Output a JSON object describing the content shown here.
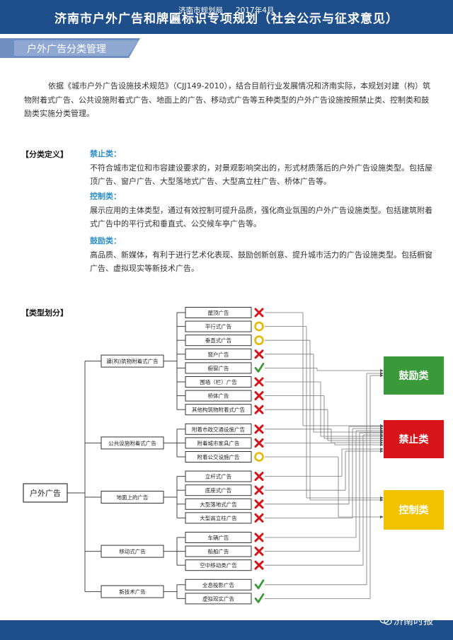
{
  "header": {
    "title": "济南市户外广告和牌匾标识专项规划（社会公示与征求意见）"
  },
  "section": {
    "title": "户外广告分类管理"
  },
  "intro": {
    "text": "依据《城市户外广告设施技术规范》（CJJ149-2010），结合目前行业发展情况和济南实际，本规划对建（构）筑物附着式广告、公共设施附着式广告、地面上的广告、移动式广告等五种类型的户外广告设施按照禁止类、控制类和鼓励类实施分类管理。"
  },
  "definitions": {
    "label": "【分类定义】",
    "items": [
      {
        "title": "禁止类：",
        "text": "不符合城市定位和市容建设要求的，对景观影响突出的，形式材质落后的户外广告设施类型。包括屋顶广告、窗户广告、大型落地式广告、大型高立柱广告、桥体广告等。"
      },
      {
        "title": "控制类：",
        "text": "展示应用的主体类型，通过有效控制可提升品质，强化商业氛围的户外广告设施类型。包括建筑附着式广告中的平行式和垂直式、公交候车亭广告等。"
      },
      {
        "title": "鼓励类：",
        "text": "高品质、新媒体，有利于进行艺术化表现、鼓励创新创意、提升城市活力的广告设施类型。包括橱窗广告、虚拟现实等新技术广告。"
      }
    ]
  },
  "types": {
    "label": "【类型划分】",
    "root": "户外广告",
    "groups": [
      {
        "name": "建(构)筑物附着式广告",
        "items": [
          {
            "name": "屋顶广告",
            "status": "x"
          },
          {
            "name": "平行式广告",
            "status": "o"
          },
          {
            "name": "垂直式广告",
            "status": "o"
          },
          {
            "name": "窗户广告",
            "status": "x"
          },
          {
            "name": "橱窗广告",
            "status": "v"
          },
          {
            "name": "围墙（栏）广告",
            "status": "x"
          },
          {
            "name": "桥体广告",
            "status": "x"
          },
          {
            "name": "其他构筑物附着式广告",
            "status": "x"
          }
        ]
      },
      {
        "name": "公共设施附着式广告",
        "items": [
          {
            "name": "附着市政交通设施广告",
            "status": "x"
          },
          {
            "name": "附着城市家具广告",
            "status": "x"
          },
          {
            "name": "附着公交设施广告",
            "status": "o"
          }
        ]
      },
      {
        "name": "地面上的广告",
        "items": [
          {
            "name": "立杆式广告",
            "status": "x"
          },
          {
            "name": "底座式广告",
            "status": "x"
          },
          {
            "name": "大型落地式广告",
            "status": "x"
          },
          {
            "name": "大型高立柱广告",
            "status": "x"
          }
        ]
      },
      {
        "name": "移动式广告",
        "items": [
          {
            "name": "车辆广告",
            "status": "x"
          },
          {
            "name": "船舶广告",
            "status": "x"
          },
          {
            "name": "空中移动类广告",
            "status": "x"
          }
        ]
      },
      {
        "name": "新技术广告",
        "items": [
          {
            "name": "全息投影广告",
            "status": "v"
          },
          {
            "name": "虚拟现实广告",
            "status": "v"
          }
        ]
      }
    ],
    "categories": [
      {
        "name": "鼓励类",
        "key": "v",
        "color": "#3a9a3a"
      },
      {
        "name": "禁止类",
        "key": "x",
        "color": "#d8141b"
      },
      {
        "name": "控制类",
        "key": "o",
        "color": "#f2c200"
      }
    ]
  },
  "footer": {
    "org": "济南市规划局",
    "date": "2017年4月",
    "brand": "济南时报"
  }
}
